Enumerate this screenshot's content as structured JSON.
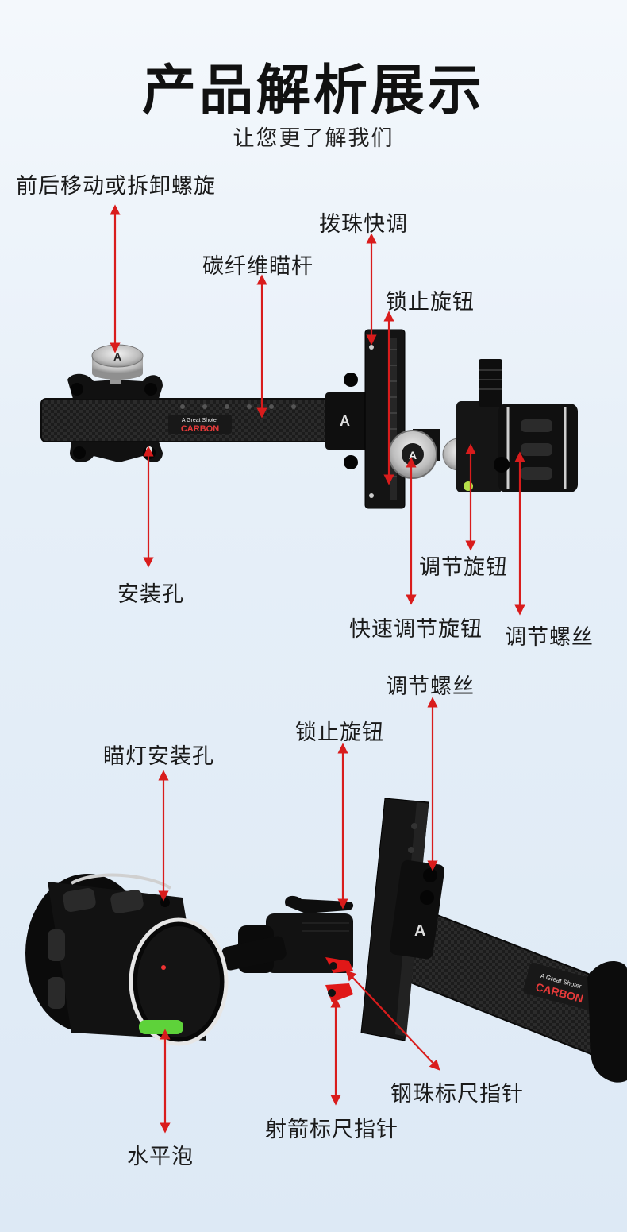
{
  "header": {
    "title": "产品解析展示",
    "subtitle": "让您更了解我们"
  },
  "top_view": {
    "labels": {
      "move_screw": "前后移动或拆卸螺旋",
      "bead_adjust": "拨珠快调",
      "carbon_rod": "碳纤维瞄杆",
      "lock_knob": "锁止旋钮",
      "adjust_knob": "调节旋钮",
      "mount_hole": "安装孔",
      "quick_adjust_knob": "快速调节旋钮",
      "adjust_screw": "调节螺丝"
    },
    "brand_tagline": "A Great Shoter",
    "brand_name": "CARBON"
  },
  "bottom_view": {
    "labels": {
      "adjust_screw": "调节螺丝",
      "lock_knob": "锁止旋钮",
      "light_mount_hole": "瞄灯安装孔",
      "bead_scale_pointer": "钢珠标尺指针",
      "arrow_scale_pointer": "射箭标尺指针",
      "level_bubble": "水平泡"
    },
    "brand_tagline": "A Great Shoter",
    "brand_name": "CARBON"
  },
  "colors": {
    "arrow": "#d91c1c",
    "carbon": "#1e1e1e",
    "silver": "#c9c9c9",
    "bubble": "#5ed23a"
  }
}
